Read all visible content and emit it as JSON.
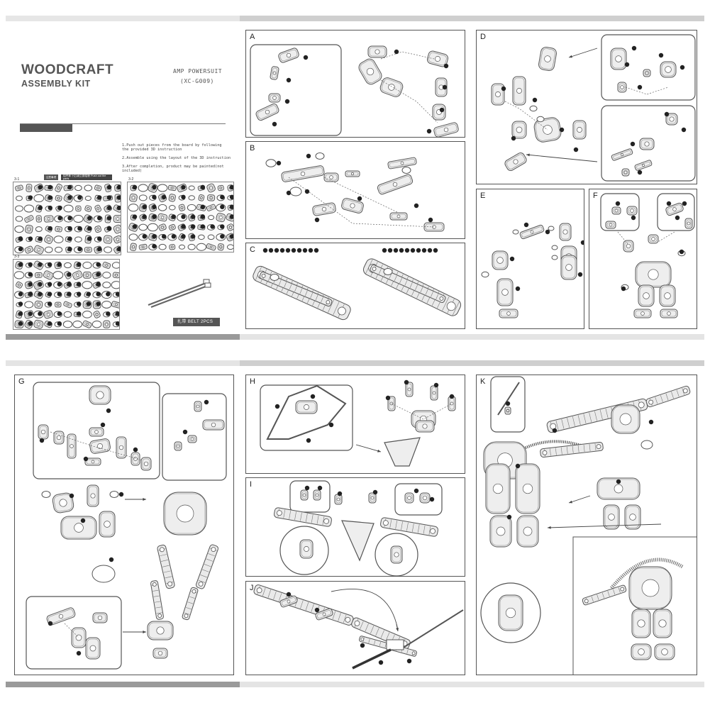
{
  "header": {
    "title": "WOODCRAFT",
    "subtitle": "ASSEMBLY KIT",
    "model_name": "AMP POWERSUIT",
    "model_code": "(XC-G009)"
  },
  "instructions": [
    "1.Push out pieces from the board by following",
    "  the provided 3D instruction",
    "2.Assemble using the layout of the 3D instruction",
    "3.After completion, product may be painted(not included)"
  ],
  "warning": {
    "tag": "注意事项",
    "text": "组件卸下后请立即组装 Push out the parts"
  },
  "sheets": [
    {
      "label": "3-1"
    },
    {
      "label": "3-2"
    },
    {
      "label": "3-3"
    }
  ],
  "belt": {
    "label": "扎带  BELT  2PCS"
  },
  "panels": [
    {
      "id": "A",
      "label": "A"
    },
    {
      "id": "B",
      "label": "B"
    },
    {
      "id": "C",
      "label": "C"
    },
    {
      "id": "D",
      "label": "D"
    },
    {
      "id": "E",
      "label": "E"
    },
    {
      "id": "F",
      "label": "F"
    },
    {
      "id": "G",
      "label": "G"
    },
    {
      "id": "H",
      "label": "H"
    },
    {
      "id": "I",
      "label": "I"
    },
    {
      "id": "J",
      "label": "J"
    },
    {
      "id": "K",
      "label": "K"
    }
  ],
  "colors": {
    "bar_light": "#e4e4e4",
    "bar_dark": "#9a9a9a",
    "line": "#555555",
    "part_fill": "#e8e8e8",
    "label_dot": "#222222"
  }
}
